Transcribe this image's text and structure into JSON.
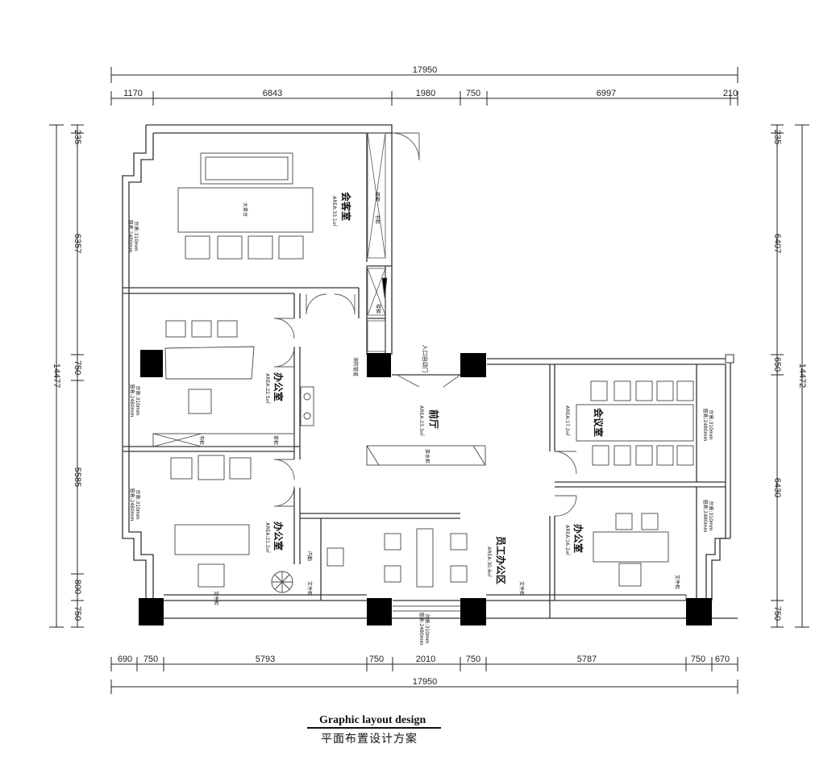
{
  "dimensions": {
    "top_total": "17950",
    "top_segments": [
      "1170",
      "6843",
      "1980",
      "750",
      "6997",
      "210"
    ],
    "bottom_total": "17950",
    "bottom_segments": [
      "690",
      "750",
      "5793",
      "750",
      "2010",
      "750",
      "5787",
      "750",
      "670"
    ],
    "left_total": "14477",
    "left_segments": [
      "235",
      "6357",
      "750",
      "5585",
      "800",
      "750"
    ],
    "right_total": "14472",
    "right_segments": [
      "235",
      "6407",
      "650",
      "6430",
      "750"
    ]
  },
  "rooms": {
    "meeting_large": {
      "name": "会客室",
      "area": "AREA:33.1㎡",
      "table": "大茶台",
      "note1": "台高:310mm",
      "note2": "窗高:2480mm",
      "cabinet": "书柜"
    },
    "office_upper": {
      "name": "办公室",
      "area": "AREA:22.5㎡",
      "note1": "台高:310mm",
      "note2": "窗高:2480mm",
      "cab1": "书柜",
      "cab2": "茶柜"
    },
    "office_lower": {
      "name": "办公室",
      "area": "AREA:21.2㎡",
      "note1": "台高:310mm",
      "note2": "窗高:2480mm",
      "cabinet": "文件柜"
    },
    "lobby": {
      "name": "前厅",
      "area": "AREA:23.3㎡",
      "counter": "茶水柜",
      "door": "入口自动门",
      "pipe": "消防管道",
      "stair": "楼梯",
      "stair2": "楼梯"
    },
    "staff": {
      "name": "员工办公区",
      "area": "AREA:30.4㎡",
      "cabinet": "文件柜",
      "cabinet2": "文件柜",
      "store": "内勤"
    },
    "meeting_right": {
      "name": "会议室",
      "area": "AREA:17.2㎡",
      "note1": "台高:310mm",
      "note2": "窗高:2480mm"
    },
    "office_right": {
      "name": "办公室",
      "area": "AREA:16.2㎡",
      "note1": "台高:310mm",
      "note2": "窗高:2480mm",
      "cabinet": "文件柜"
    },
    "bottom_window": {
      "note1": "台高:310mm",
      "note2": "窗高:2480mm"
    }
  },
  "title": {
    "en": "Graphic layout design",
    "zh": "平面布置设计方案"
  }
}
